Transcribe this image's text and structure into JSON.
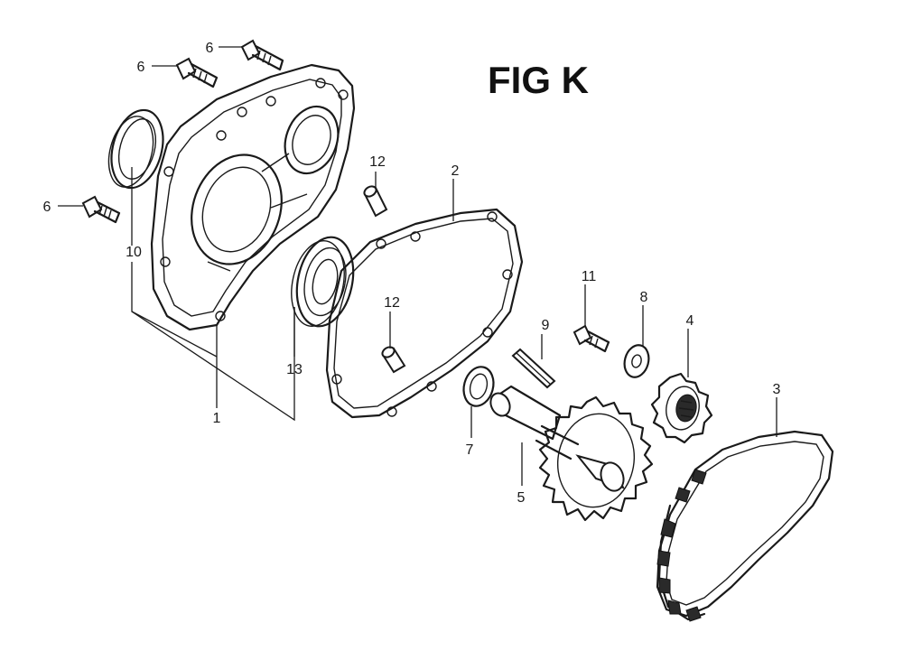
{
  "figure": {
    "title": "FIG K"
  },
  "callouts": {
    "c1": "1",
    "c2": "2",
    "c3": "3",
    "c4": "4",
    "c5": "5",
    "c6a": "6",
    "c6b": "6",
    "c6c": "6",
    "c7": "7",
    "c8": "8",
    "c9": "9",
    "c10": "10",
    "c11": "11",
    "c12a": "12",
    "c12b": "12",
    "c13": "13"
  }
}
